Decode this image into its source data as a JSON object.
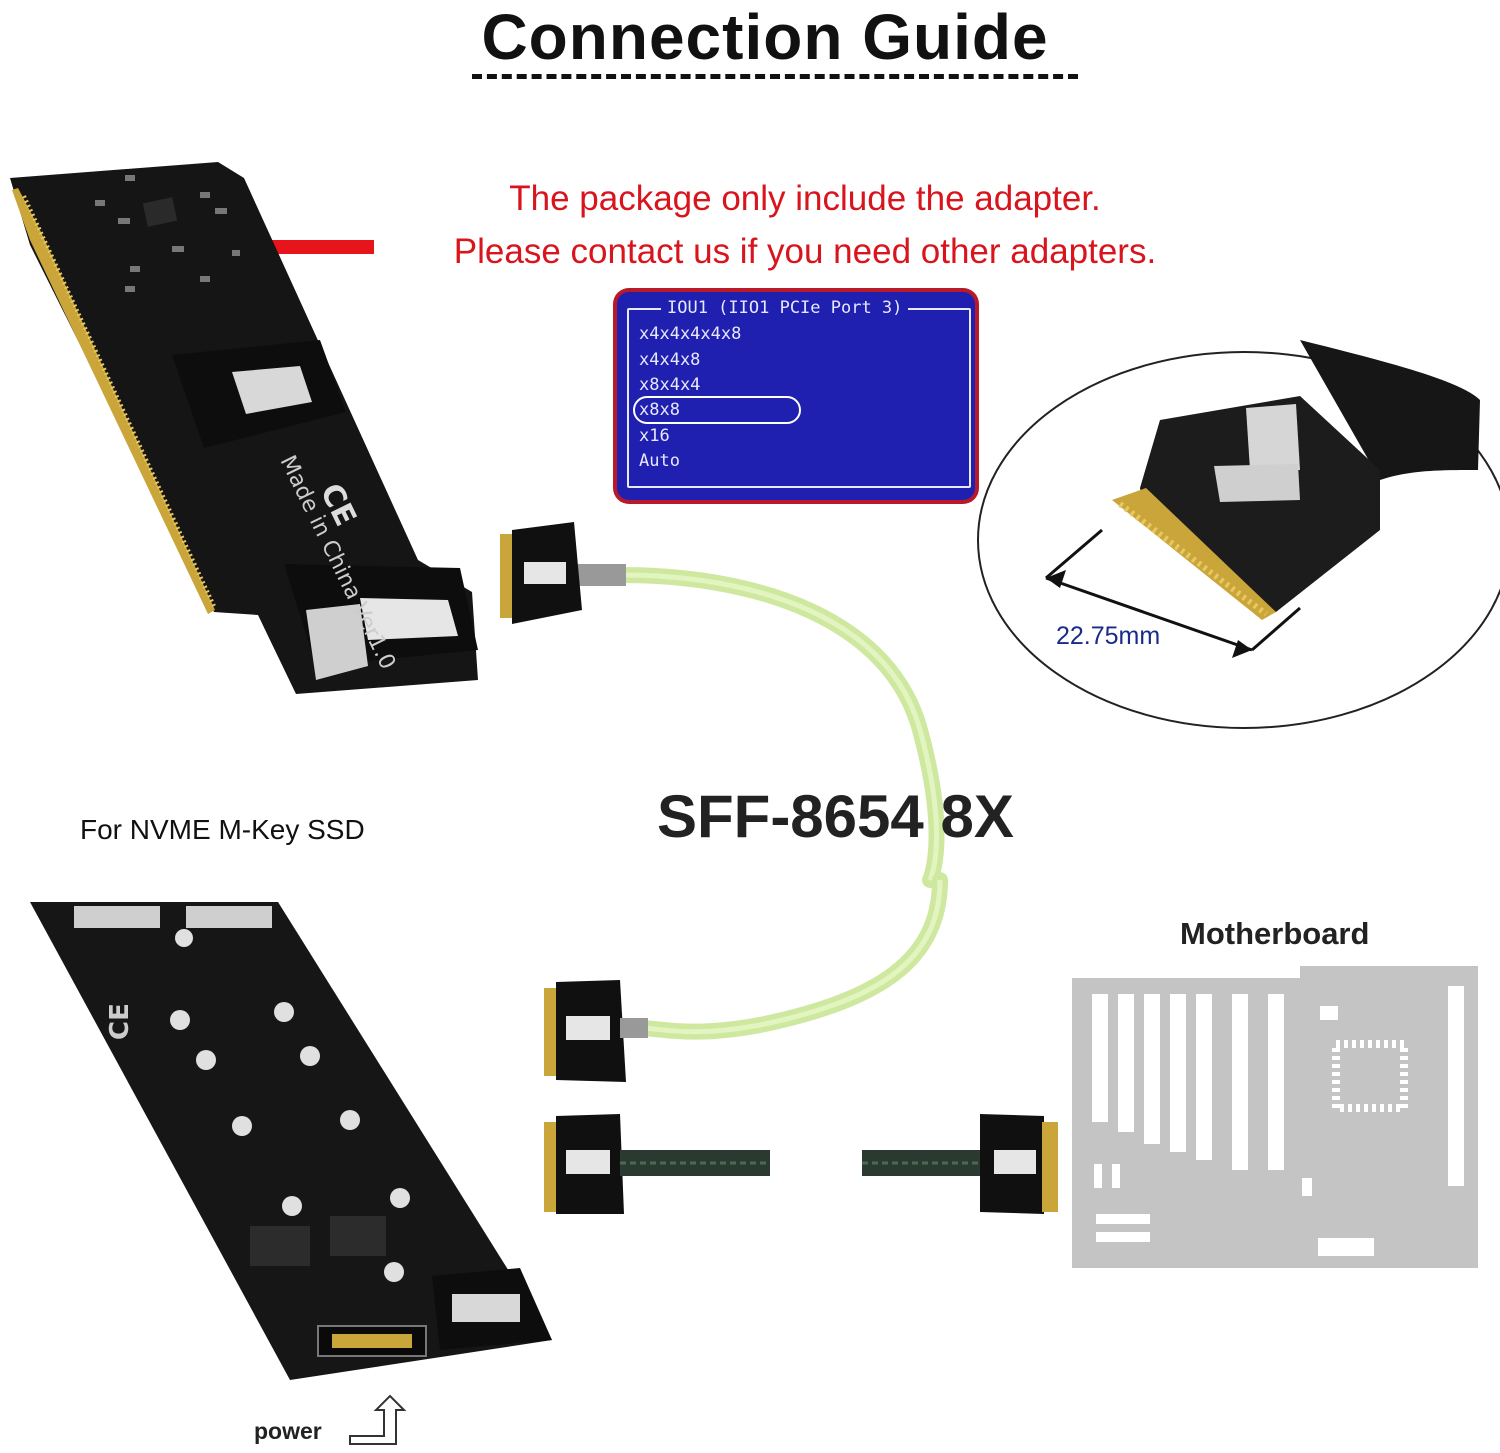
{
  "title": "Connection Guide",
  "note": {
    "line1": "The package only include the adapter.",
    "line2": "Please contact us if you need other adapters."
  },
  "bios": {
    "header": "IOU1 (IIO1 PCIe Port 3)",
    "options": [
      "x4x4x4x4x8",
      "x4x4x8",
      "x8x4x4",
      "x8x8",
      "x16",
      "Auto"
    ],
    "selected": "x8x8"
  },
  "connector_dimension": "22.75mm",
  "cable_label": "SFF-8654 8X",
  "ssd_label": "For NVME M-Key SSD",
  "motherboard_label": "Motherboard",
  "power_label": "power",
  "colors": {
    "note_red": "#d8141c",
    "bios_blue": "#1f1fb0",
    "cable_green": "#c8e88a",
    "pcb_black": "#151515"
  },
  "icons": [
    "arrow-turn-up-icon",
    "ce-mark-icon"
  ]
}
